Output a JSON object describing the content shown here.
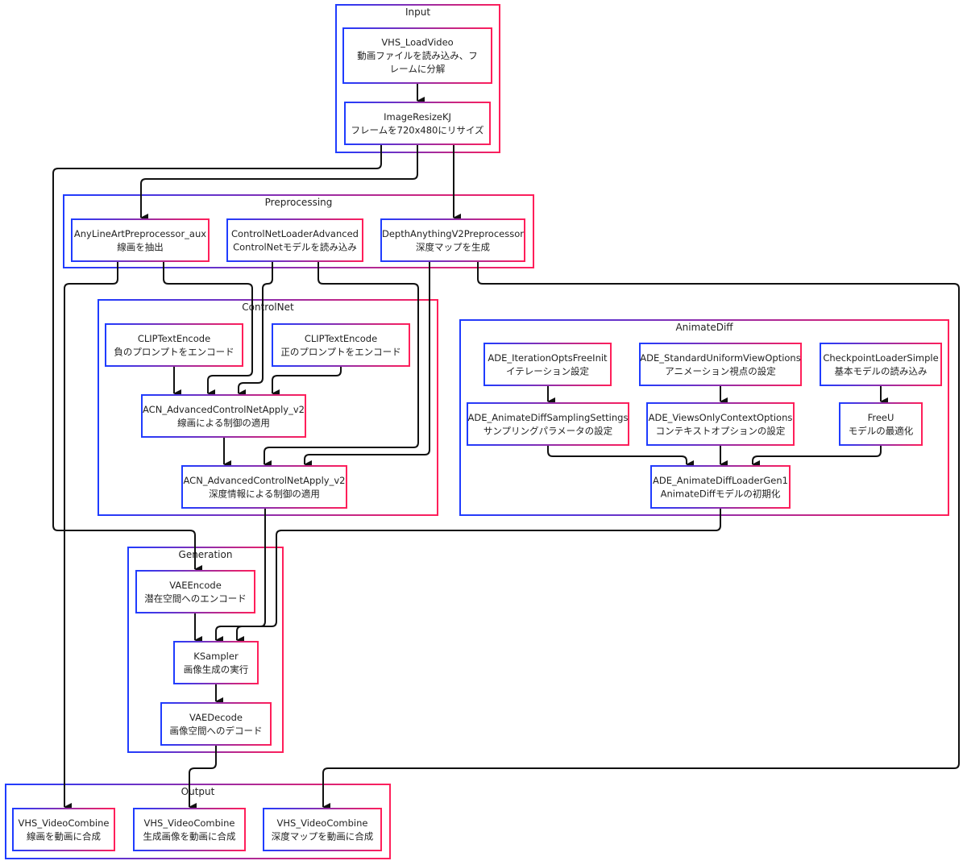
{
  "colors": {
    "border_start": "#1f3cff",
    "border_end": "#ff1f5a",
    "edge": "#111111",
    "background": "#ffffff"
  },
  "groups": [
    {
      "id": "input",
      "title": "Input"
    },
    {
      "id": "preprocessing",
      "title": "Preprocessing"
    },
    {
      "id": "controlnet",
      "title": "ControlNet"
    },
    {
      "id": "animatediff",
      "title": "AnimateDiff"
    },
    {
      "id": "generation",
      "title": "Generation"
    },
    {
      "id": "output",
      "title": "Output"
    }
  ],
  "nodes": [
    {
      "id": "load_video",
      "lines": [
        "VHS_LoadVideo",
        "動画ファイルを読み込み、フ",
        "レームに分解"
      ]
    },
    {
      "id": "resize",
      "lines": [
        "ImageResizeKJ",
        "フレームを720x480にリサイズ"
      ]
    },
    {
      "id": "lineart",
      "lines": [
        "AnyLineArtPreprocessor_aux",
        "線画を抽出"
      ]
    },
    {
      "id": "cn_loader",
      "lines": [
        "ControlNetLoaderAdvanced",
        "ControlNetモデルを読み込み"
      ]
    },
    {
      "id": "depth",
      "lines": [
        "DepthAnythingV2Preprocessor",
        "深度マップを生成"
      ]
    },
    {
      "id": "clip_neg",
      "lines": [
        "CLIPTextEncode",
        "負のプロンプトをエンコード"
      ]
    },
    {
      "id": "clip_pos",
      "lines": [
        "CLIPTextEncode",
        "正のプロンプトをエンコード"
      ]
    },
    {
      "id": "acn1",
      "lines": [
        "ACN_AdvancedControlNetApply_v2",
        "線画による制御の適用"
      ]
    },
    {
      "id": "acn2",
      "lines": [
        "ACN_AdvancedControlNetApply_v2",
        "深度情報による制御の適用"
      ]
    },
    {
      "id": "freeinit",
      "lines": [
        "ADE_IterationOptsFreeInit",
        "イテレーション設定"
      ]
    },
    {
      "id": "view_opts",
      "lines": [
        "ADE_StandardUniformViewOptions",
        "アニメーション視点の設定"
      ]
    },
    {
      "id": "ckpt",
      "lines": [
        "CheckpointLoaderSimple",
        "基本モデルの読み込み"
      ]
    },
    {
      "id": "sampling",
      "lines": [
        "ADE_AnimateDiffSamplingSettings",
        "サンプリングパラメータの設定"
      ]
    },
    {
      "id": "ctx_opts",
      "lines": [
        "ADE_ViewsOnlyContextOptions",
        "コンテキストオプションの設定"
      ]
    },
    {
      "id": "freeu",
      "lines": [
        "FreeU",
        "モデルの最適化"
      ]
    },
    {
      "id": "ad_loader",
      "lines": [
        "ADE_AnimateDiffLoaderGen1",
        "AnimateDiffモデルの初期化"
      ]
    },
    {
      "id": "vae_enc",
      "lines": [
        "VAEEncode",
        "潜在空間へのエンコード"
      ]
    },
    {
      "id": "ksampler",
      "lines": [
        "KSampler",
        "画像生成の実行"
      ]
    },
    {
      "id": "vae_dec",
      "lines": [
        "VAEDecode",
        "画像空間へのデコード"
      ]
    },
    {
      "id": "out_line",
      "lines": [
        "VHS_VideoCombine",
        "線画を動画に合成"
      ]
    },
    {
      "id": "out_gen",
      "lines": [
        "VHS_VideoCombine",
        "生成画像を動画に合成"
      ]
    },
    {
      "id": "out_depth",
      "lines": [
        "VHS_VideoCombine",
        "深度マップを動画に合成"
      ]
    }
  ],
  "edges": [
    [
      "load_video",
      "resize"
    ],
    [
      "resize",
      "vae_enc"
    ],
    [
      "resize",
      "lineart"
    ],
    [
      "resize",
      "depth"
    ],
    [
      "lineart",
      "out_line"
    ],
    [
      "lineart",
      "acn1"
    ],
    [
      "cn_loader",
      "acn1"
    ],
    [
      "cn_loader",
      "acn2"
    ],
    [
      "depth",
      "acn2"
    ],
    [
      "depth",
      "out_depth"
    ],
    [
      "clip_neg",
      "acn1"
    ],
    [
      "clip_pos",
      "acn1"
    ],
    [
      "acn1",
      "acn2"
    ],
    [
      "acn2",
      "ksampler"
    ],
    [
      "freeinit",
      "sampling"
    ],
    [
      "view_opts",
      "ctx_opts"
    ],
    [
      "ckpt",
      "freeu"
    ],
    [
      "sampling",
      "ad_loader"
    ],
    [
      "ctx_opts",
      "ad_loader"
    ],
    [
      "freeu",
      "ad_loader"
    ],
    [
      "ad_loader",
      "ksampler"
    ],
    [
      "vae_enc",
      "ksampler"
    ],
    [
      "ksampler",
      "vae_dec"
    ],
    [
      "vae_dec",
      "out_gen"
    ]
  ]
}
